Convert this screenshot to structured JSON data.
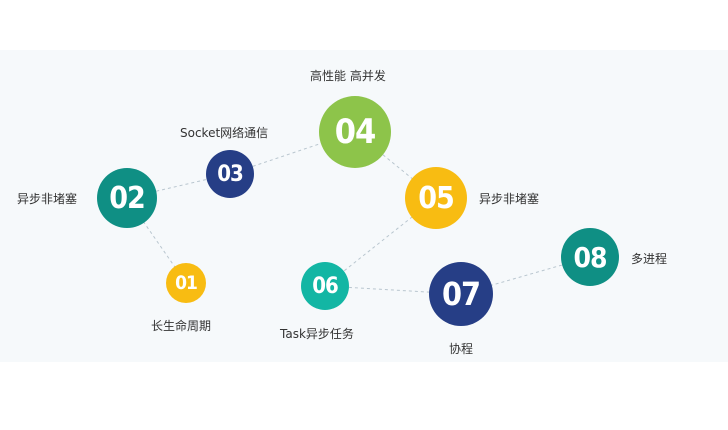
{
  "nodes": [
    {
      "id": "01",
      "num": "01",
      "label": "长生命周期",
      "color": "#f8bc12"
    },
    {
      "id": "02",
      "num": "02",
      "label": "异步非堵塞",
      "color": "#0f8f84"
    },
    {
      "id": "03",
      "num": "03",
      "label": "Socket网络通信",
      "color": "#263e86"
    },
    {
      "id": "04",
      "num": "04",
      "label": "高性能 高并发",
      "color": "#8dc44a"
    },
    {
      "id": "05",
      "num": "05",
      "label": "异步非堵塞",
      "color": "#f8bc12"
    },
    {
      "id": "06",
      "num": "06",
      "label": "Task异步任务",
      "color": "#13b6a4"
    },
    {
      "id": "07",
      "num": "07",
      "label": "协程",
      "color": "#263e86"
    },
    {
      "id": "08",
      "num": "08",
      "label": "多进程",
      "color": "#0f8f84"
    }
  ],
  "edges": [
    [
      "01",
      "02"
    ],
    [
      "02",
      "03"
    ],
    [
      "03",
      "04"
    ],
    [
      "04",
      "05"
    ],
    [
      "05",
      "06"
    ],
    [
      "06",
      "07"
    ],
    [
      "07",
      "08"
    ]
  ]
}
